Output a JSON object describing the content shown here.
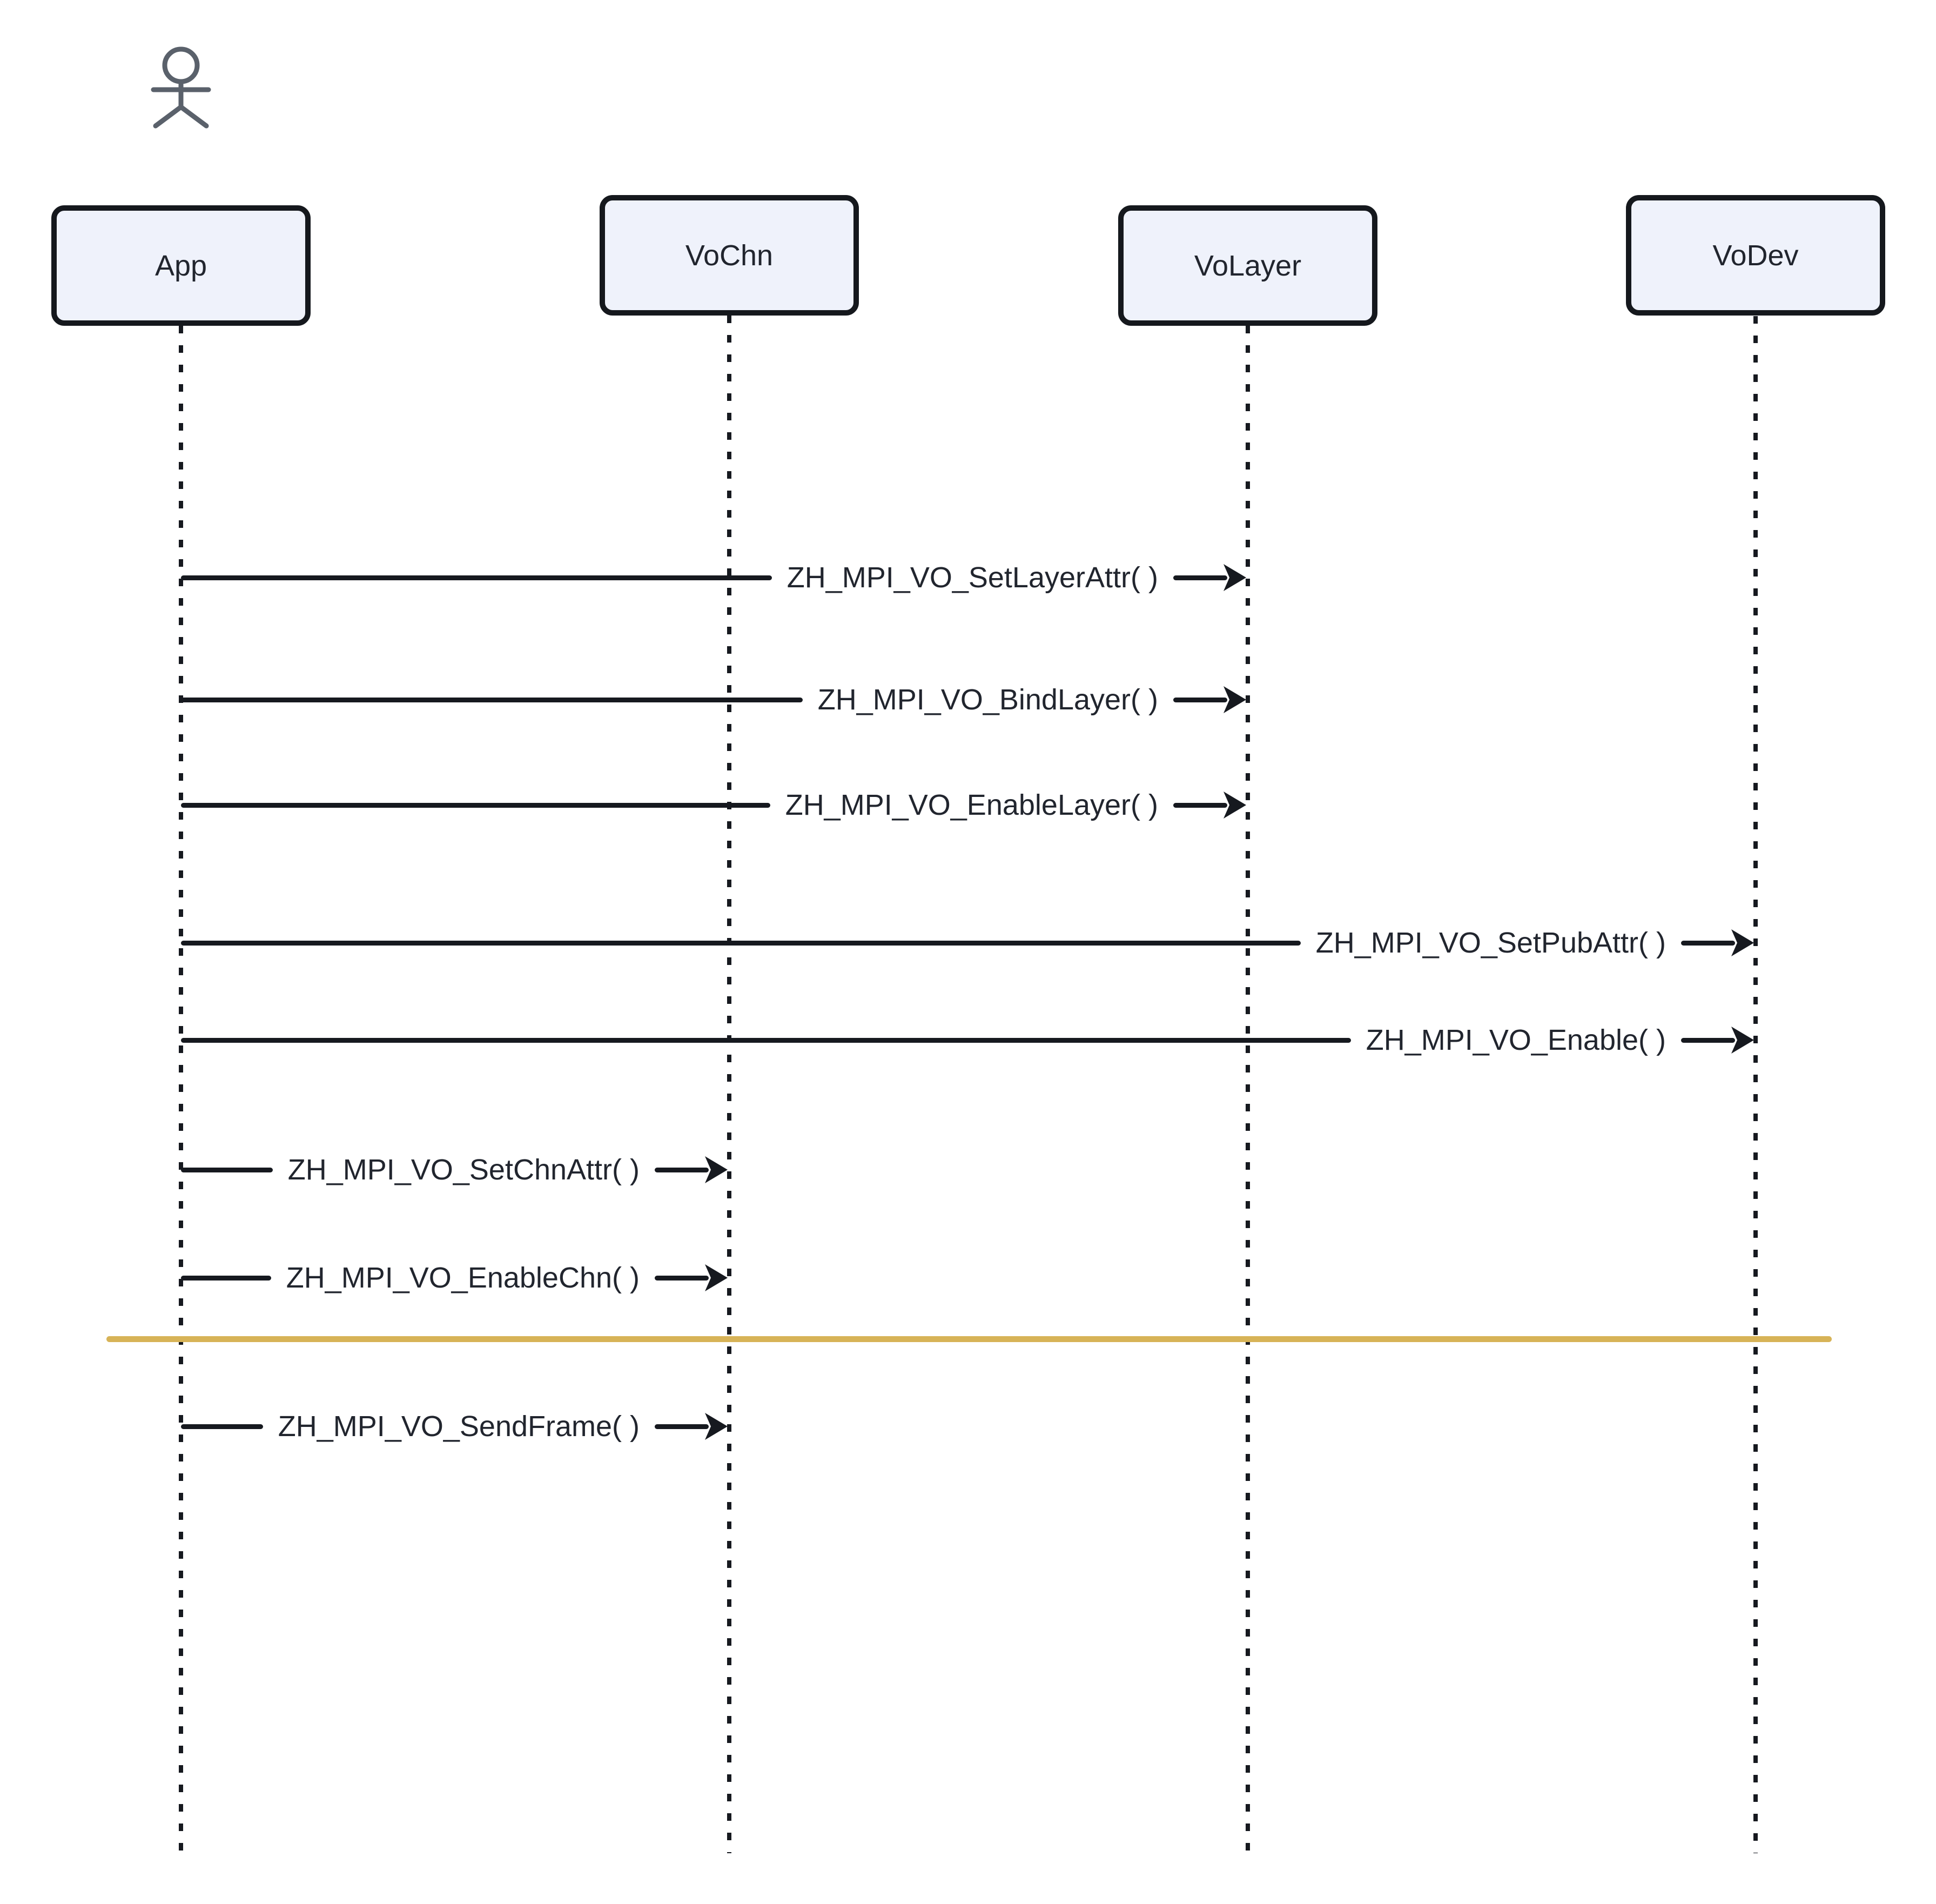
{
  "diagram_type": "sequence-diagram",
  "actor": {
    "name": "user-actor"
  },
  "participants": [
    {
      "id": "App",
      "label": "App"
    },
    {
      "id": "VoChn",
      "label": "VoChn"
    },
    {
      "id": "VoLayer",
      "label": "VoLayer"
    },
    {
      "id": "VoDev",
      "label": "VoDev"
    }
  ],
  "messages": [
    {
      "from": "App",
      "to": "VoLayer",
      "label": "ZH_MPI_VO_SetLayerAttr( )"
    },
    {
      "from": "App",
      "to": "VoLayer",
      "label": "ZH_MPI_VO_BindLayer( )"
    },
    {
      "from": "App",
      "to": "VoLayer",
      "label": "ZH_MPI_VO_EnableLayer( )"
    },
    {
      "from": "App",
      "to": "VoDev",
      "label": "ZH_MPI_VO_SetPubAttr( )"
    },
    {
      "from": "App",
      "to": "VoDev",
      "label": "ZH_MPI_VO_Enable( )"
    },
    {
      "from": "App",
      "to": "VoChn",
      "label": "ZH_MPI_VO_SetChnAttr( )"
    },
    {
      "from": "App",
      "to": "VoChn",
      "label": "ZH_MPI_VO_EnableChn( )"
    },
    {
      "from": "App",
      "to": "VoChn",
      "label": "ZH_MPI_VO_SendFrame( )"
    }
  ],
  "separator": {
    "type": "phase-divider-line",
    "color": "#d7b357"
  },
  "colors": {
    "background": "#ffffff",
    "participant_fill": "#eff2fb",
    "participant_border": "#15181d",
    "text": "#21252e",
    "line": "#16191f",
    "actor": "#5a616b",
    "separator": "#d7b357"
  }
}
